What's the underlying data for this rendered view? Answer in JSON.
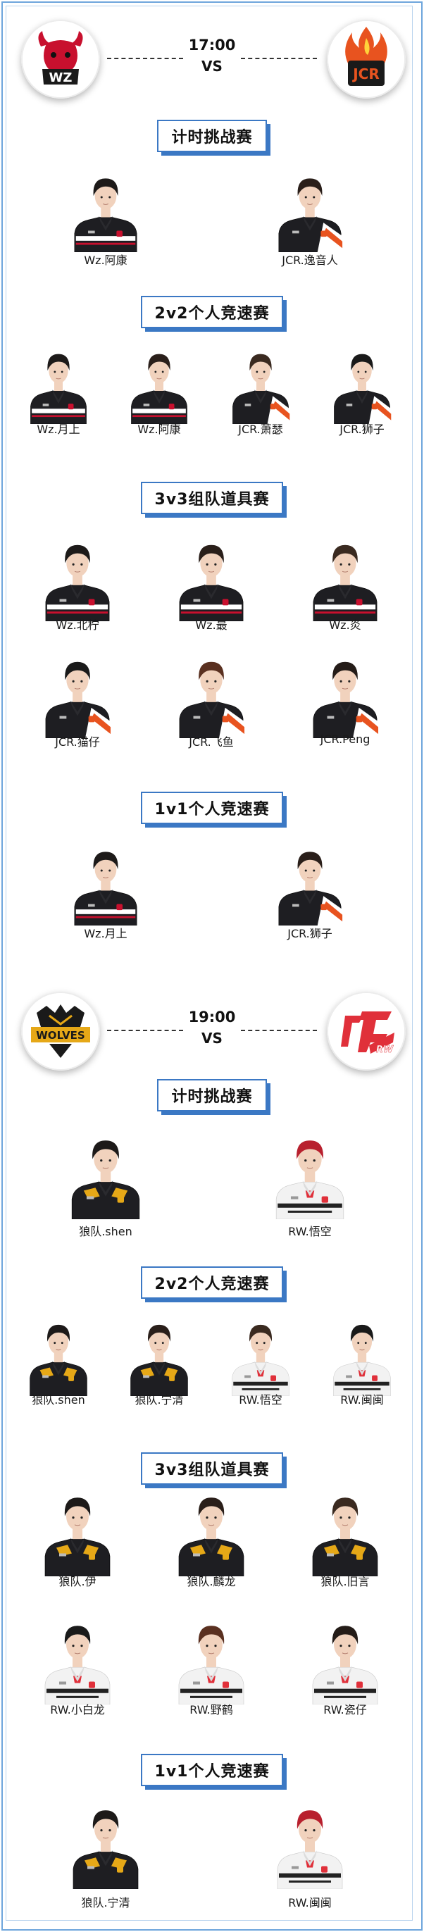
{
  "colors": {
    "border": "#6ea6dc",
    "section_blue": "#3b78c4",
    "wz_red": "#c8102e",
    "jcr_orange": "#e8531f",
    "wolves_gold": "#e6a817",
    "rw_red": "#e0303a",
    "jersey_black": "#1e1e22",
    "jersey_white": "#f2f2f2"
  },
  "matches": [
    {
      "time": "17:00",
      "vs": "VS",
      "team_left": {
        "logo_icon": "wz-bull-logo",
        "logo_text": "WZ"
      },
      "team_right": {
        "logo_icon": "jcr-flame-logo",
        "logo_text": "JCR"
      },
      "sections": [
        {
          "title": "计时挑战赛",
          "players": [
            {
              "name": "Wz.阿康",
              "team": "wz"
            },
            {
              "name": "JCR.逸音人",
              "team": "jcr"
            }
          ]
        },
        {
          "title": "2v2个人竞速赛",
          "players": [
            {
              "name": "Wz.月上",
              "team": "wz"
            },
            {
              "name": "Wz.阿康",
              "team": "wz"
            },
            {
              "name": "JCR.萧瑟",
              "team": "jcr"
            },
            {
              "name": "JCR.狮子",
              "team": "jcr"
            }
          ]
        },
        {
          "title": "3v3组队道具赛",
          "players": [
            {
              "name": "Wz.北柠",
              "team": "wz"
            },
            {
              "name": "Wz.最",
              "team": "wz"
            },
            {
              "name": "Wz.炎",
              "team": "wz"
            },
            {
              "name": "JCR.猫仔",
              "team": "jcr"
            },
            {
              "name": "JCR.飞鱼",
              "team": "jcr"
            },
            {
              "name": "JCR.Peng",
              "team": "jcr"
            }
          ]
        },
        {
          "title": "1v1个人竞速赛",
          "players": [
            {
              "name": "Wz.月上",
              "team": "wz"
            },
            {
              "name": "JCR.狮子",
              "team": "jcr"
            }
          ]
        }
      ]
    },
    {
      "time": "19:00",
      "vs": "VS",
      "team_left": {
        "logo_icon": "wolves-logo",
        "logo_text": "WOLVES"
      },
      "team_right": {
        "logo_icon": "rw-logo",
        "logo_text": "RW"
      },
      "sections": [
        {
          "title": "计时挑战赛",
          "players": [
            {
              "name": "狼队.shen",
              "team": "wolves"
            },
            {
              "name": "RW.悟空",
              "team": "rw"
            }
          ]
        },
        {
          "title": "2v2个人竞速赛",
          "players": [
            {
              "name": "狼队.shen",
              "team": "wolves"
            },
            {
              "name": "狼队.宁清",
              "team": "wolves"
            },
            {
              "name": "RW.悟空",
              "team": "rw"
            },
            {
              "name": "RW.闽闽",
              "team": "rw"
            }
          ]
        },
        {
          "title": "3v3组队道具赛",
          "players": [
            {
              "name": "狼队.伊",
              "team": "wolves"
            },
            {
              "name": "狼队.麟龙",
              "team": "wolves"
            },
            {
              "name": "狼队.旧言",
              "team": "wolves"
            },
            {
              "name": "RW.小白龙",
              "team": "rw"
            },
            {
              "name": "RW.野鹤",
              "team": "rw"
            },
            {
              "name": "RW.瓷仔",
              "team": "rw"
            }
          ]
        },
        {
          "title": "1v1个人竞速赛",
          "players": [
            {
              "name": "狼队.宁清",
              "team": "wolves"
            },
            {
              "name": "RW.闽闽",
              "team": "rw"
            }
          ]
        }
      ]
    }
  ]
}
